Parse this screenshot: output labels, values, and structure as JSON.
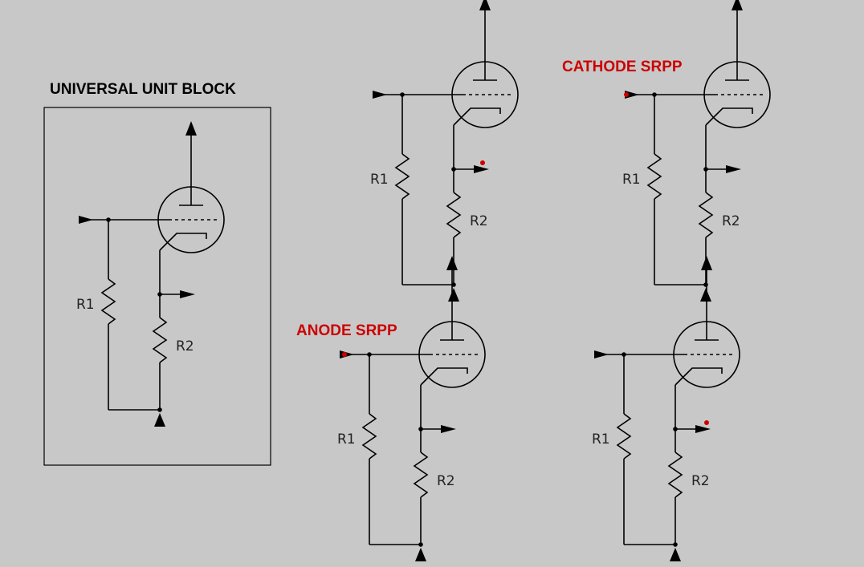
{
  "diagram": {
    "universal_title": "UNIVERSAL UNIT BLOCK",
    "anode_title": "ANODE SRPP",
    "cathode_title": "CATHODE SRPP",
    "r1_label": "R1",
    "r2_label": "R2",
    "colors": {
      "background": "#c8c8c8",
      "wire": "#000000",
      "title": "#000000",
      "highlight": "#cc0000"
    }
  }
}
